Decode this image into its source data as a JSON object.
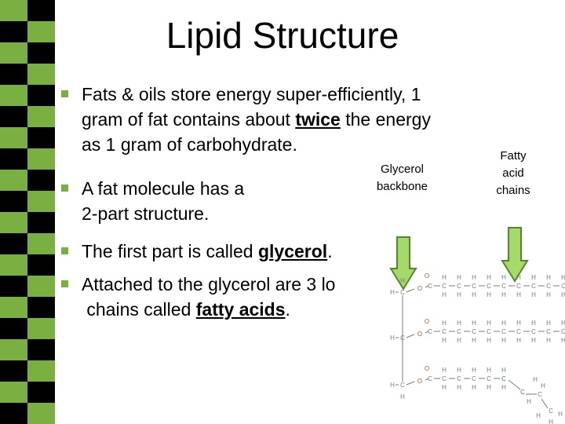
{
  "slide": {
    "title": "Lipid Structure",
    "bullets": [
      {
        "lines": [
          [
            {
              "t": "Fats & oils store energy super-efficiently, 1"
            }
          ],
          [
            {
              "t": "gram of fat contains about "
            },
            {
              "t": "twice",
              "underline": true,
              "bold": true
            },
            {
              "t": " the energy"
            }
          ],
          [
            {
              "t": "as 1 gram of carbohydrate."
            }
          ]
        ]
      },
      {
        "lines": [
          [
            {
              "t": "A fat molecule has a"
            }
          ],
          [
            {
              "t": "2-part structure."
            }
          ]
        ]
      },
      {
        "lines": [
          [
            {
              "t": "The first part is called "
            },
            {
              "t": "glycerol",
              "underline": true,
              "bold": true
            },
            {
              "t": "."
            }
          ]
        ]
      },
      {
        "lines": [
          [
            {
              "t": "Attached to the glycerol are 3 lo"
            }
          ],
          [
            {
              "t": " chains called "
            },
            {
              "t": "fatty acids",
              "underline": true,
              "bold": true
            },
            {
              "t": "."
            }
          ]
        ]
      }
    ],
    "glycerol_label": [
      "Glycerol",
      "backbone"
    ],
    "fatty_label": [
      "Fatty",
      "acid",
      "chains"
    ]
  },
  "colors": {
    "strip_green": "#79b041",
    "strip_black": "#000000",
    "arrow_fill": "#a6d96a",
    "arrow_stroke": "#4f8a2a",
    "atom_gray": "#7a7a7a",
    "atom_oxygen": "#b5563a",
    "atom_green": "#2c8f3c"
  }
}
